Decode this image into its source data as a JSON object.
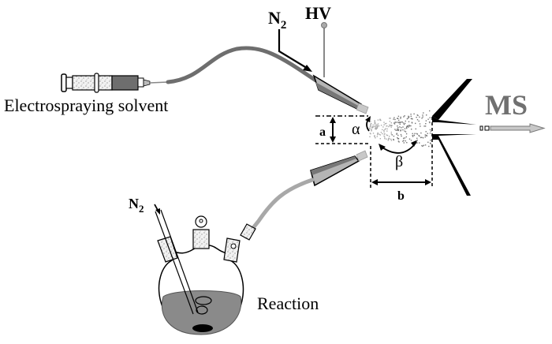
{
  "labels": {
    "solvent": "Electrospraying solvent",
    "n2_top": "N",
    "n2_top_sub": "2",
    "hv": "HV",
    "ms": "MS",
    "a": "a",
    "b": "b",
    "alpha": "α",
    "beta": "β",
    "n2_flask": "N",
    "n2_flask_sub": "2",
    "reaction": "Reaction"
  },
  "colors": {
    "tube_dark": "#6e6e6e",
    "tube_light": "#a8a8a8",
    "ms_text": "#707070",
    "liquid": "#8a8a8a",
    "arrow_fill": "#c8c8c8"
  }
}
